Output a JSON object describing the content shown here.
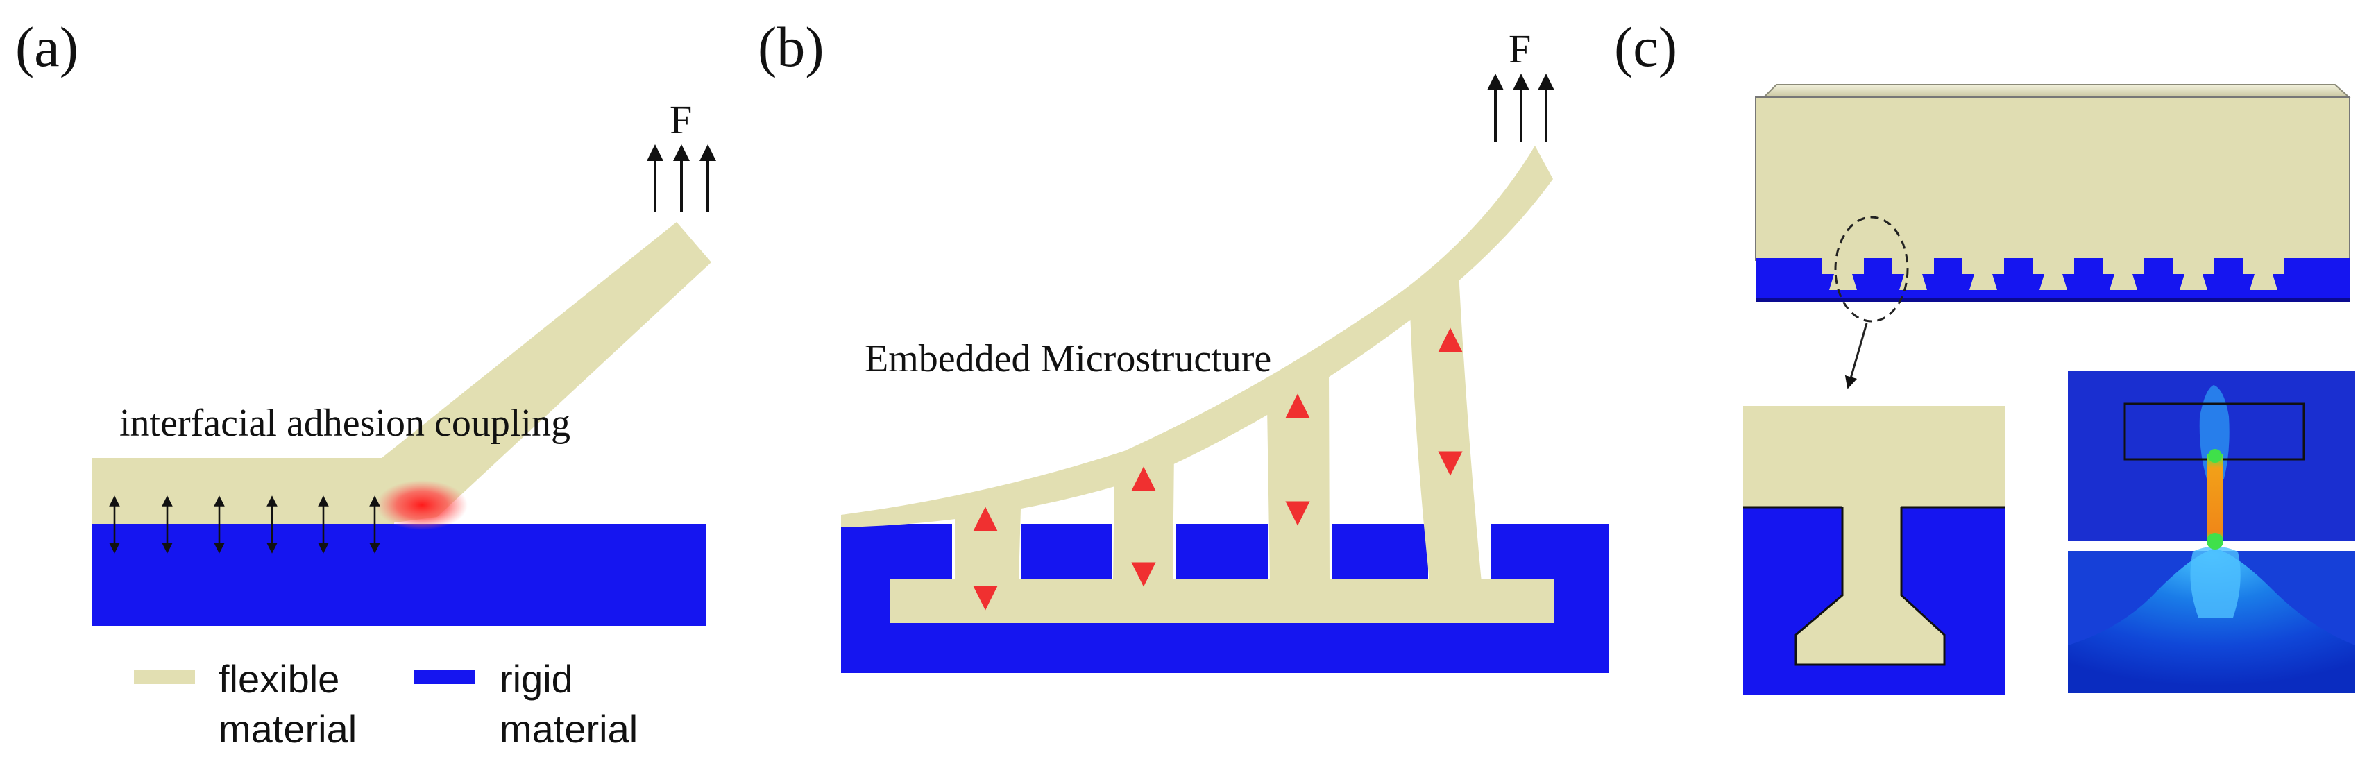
{
  "panels": {
    "a": {
      "label": "(a)",
      "force": "F",
      "caption": "interfacial adhesion coupling"
    },
    "b": {
      "label": "(b)",
      "force": "F",
      "caption": "Embedded Microstructure"
    },
    "c": {
      "label": "(c)"
    }
  },
  "legend": {
    "flexible_line1": "flexible",
    "flexible_line2": "material",
    "rigid_line1": "rigid",
    "rigid_line2": "material"
  },
  "colors": {
    "flexible": "#e2dfb2",
    "rigid": "#1515f0",
    "stress_high": "#ff2020",
    "outline": "#222222"
  }
}
